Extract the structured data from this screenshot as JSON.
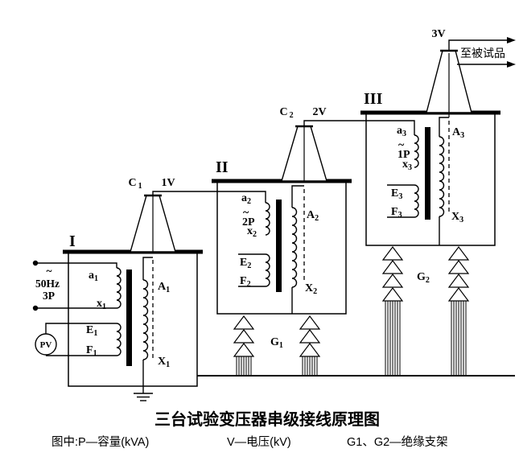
{
  "title": "三台试验变压器串级接线原理图",
  "legend": [
    "图中:P—容量(kVA)",
    "V—电压(kV)",
    "G1、G2—绝缘支架"
  ],
  "source": {
    "tilde": "~",
    "freq": "50Hz",
    "power": "3P",
    "meter": "PV"
  },
  "output": {
    "label": "至被试品"
  },
  "stages": [
    {
      "numeral": "I",
      "bushing": [
        "C",
        "1"
      ],
      "node": "1V",
      "a": [
        "a",
        "1"
      ],
      "x": [
        "x",
        "1"
      ],
      "E": [
        "E",
        "1"
      ],
      "F": [
        "F",
        "1"
      ],
      "A": [
        "A",
        "1"
      ],
      "X": [
        "X",
        "1"
      ]
    },
    {
      "numeral": "II",
      "bushing": [
        "C",
        "2"
      ],
      "node": "2V",
      "tilde": "~",
      "power": "2P",
      "a": [
        "a",
        "2"
      ],
      "x": [
        "x",
        "2"
      ],
      "E": [
        "E",
        "2"
      ],
      "F": [
        "F",
        "2"
      ],
      "A": [
        "A",
        "2"
      ],
      "X": [
        "X",
        "2"
      ]
    },
    {
      "numeral": "III",
      "node": "3V",
      "tilde": "~",
      "power": "1P",
      "a": [
        "a",
        "3"
      ],
      "x": [
        "x",
        "3"
      ],
      "E": [
        "E",
        "3"
      ],
      "F": [
        "F",
        "3"
      ],
      "A": [
        "A",
        "3"
      ],
      "X": [
        "X",
        "3"
      ]
    }
  ],
  "supports": [
    {
      "label": [
        "G",
        "1"
      ]
    },
    {
      "label": [
        "G",
        "2"
      ]
    }
  ]
}
